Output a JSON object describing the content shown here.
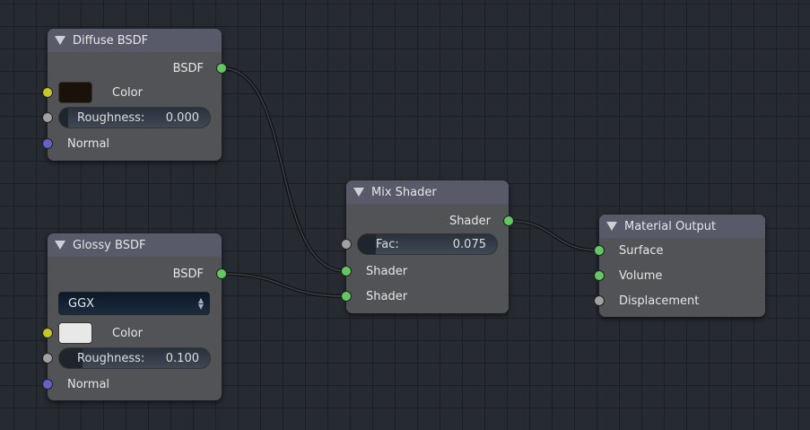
{
  "nodes": {
    "diffuse": {
      "title": "Diffuse BSDF",
      "output": "BSDF",
      "color_label": "Color",
      "color_value": "#1a120a",
      "roughness_label": "Roughness:",
      "roughness_value": "0.000",
      "roughness_fraction": 0.0,
      "normal_label": "Normal"
    },
    "glossy": {
      "title": "Glossy BSDF",
      "output": "BSDF",
      "distribution": "GGX",
      "color_label": "Color",
      "color_value": "#e8e8e8",
      "roughness_label": "Roughness:",
      "roughness_value": "0.100",
      "roughness_fraction": 0.1,
      "normal_label": "Normal"
    },
    "mix": {
      "title": "Mix Shader",
      "output": "Shader",
      "fac_label": "Fac:",
      "fac_value": "0.075",
      "fac_fraction": 0.075,
      "input1": "Shader",
      "input2": "Shader"
    },
    "output": {
      "title": "Material Output",
      "surface": "Surface",
      "volume": "Volume",
      "displacement": "Displacement"
    }
  },
  "colors": {
    "shader_socket": "#63c763",
    "color_socket": "#c7c729",
    "value_socket": "#a1a1a1",
    "vector_socket": "#6363c7"
  }
}
